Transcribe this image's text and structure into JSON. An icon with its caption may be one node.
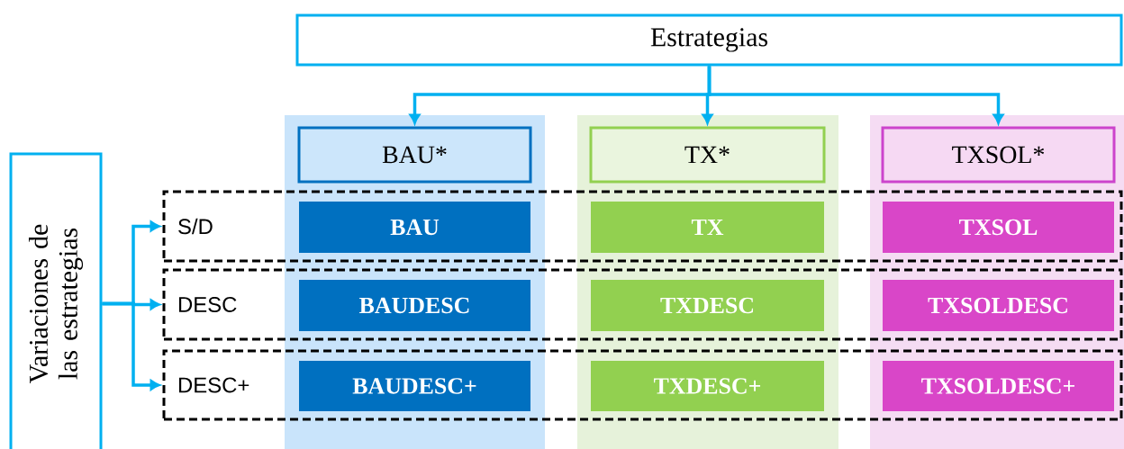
{
  "diagram": {
    "nodes": [
      {
        "text": [
          "Estrategias"
        ]
      },
      {
        "text": [
          "BAU*"
        ]
      },
      {
        "text": [
          "TX*"
        ]
      },
      {
        "text": [
          "TXSOL*"
        ]
      },
      {
        "text": [
          "Variaciones de las estrategias"
        ]
      },
      {
        "text": [
          "S/D"
        ]
      },
      {
        "text": [
          "BAU"
        ],
        "in": 5
      },
      {
        "text": [
          "TX"
        ],
        "in": 5
      },
      {
        "text": [
          "TXSOL"
        ],
        "in": 5
      },
      {
        "text": [
          "DESC"
        ]
      },
      {
        "text": [
          "BAUDESC"
        ],
        "in": 9
      },
      {
        "text": [
          "TXDESC"
        ],
        "in": 9
      },
      {
        "text": [
          "TXSOLDESC"
        ],
        "in": 9
      },
      {
        "text": [
          "DESC+"
        ]
      },
      {
        "text": [
          "BAUDESC+"
        ],
        "in": 13
      },
      {
        "text": [
          "TXDESC+"
        ],
        "in": 13
      },
      {
        "text": [
          "TXSOLDESC+"
        ],
        "in": 13
      }
    ],
    "edges": [
      {
        "from": 0,
        "to": 1,
        "arrow": "to"
      },
      {
        "from": 0,
        "to": 2,
        "arrow": "to"
      },
      {
        "from": 0,
        "to": 3,
        "arrow": "to"
      },
      {
        "from": 4,
        "to": 5,
        "arrow": "to"
      },
      {
        "from": 4,
        "to": 9,
        "arrow": "to"
      },
      {
        "from": 4,
        "to": 13,
        "arrow": "to"
      }
    ]
  }
}
